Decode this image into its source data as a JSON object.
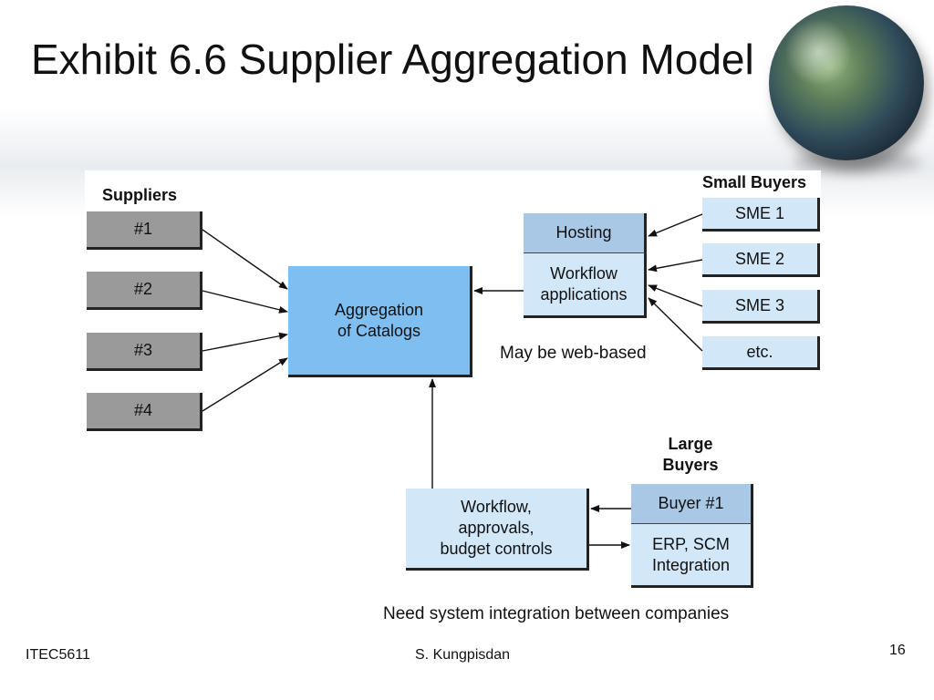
{
  "title": "Exhibit 6.6 Supplier Aggregation Model",
  "diagram": {
    "suppliers_heading": "Suppliers",
    "suppliers": [
      "#1",
      "#2",
      "#3",
      "#4"
    ],
    "aggregation": [
      "Aggregation",
      "of Catalogs"
    ],
    "hosting": "Hosting",
    "workflow_apps": [
      "Workflow",
      "applications"
    ],
    "small_buyers_heading": "Small Buyers",
    "small_buyers": [
      "SME 1",
      "SME 2",
      "SME 3",
      "etc."
    ],
    "web_note": "May be web-based",
    "large_buyers_heading": [
      "Large",
      "Buyers"
    ],
    "buyer1": "Buyer #1",
    "erp": [
      "ERP, SCM",
      "Integration"
    ],
    "workflow_controls": [
      "Workflow,",
      "approvals,",
      "budget controls"
    ],
    "integration_note": "Need system integration between companies"
  },
  "footer": {
    "course": "ITEC5611",
    "author": "S. Kungpisdan",
    "page": "16"
  }
}
